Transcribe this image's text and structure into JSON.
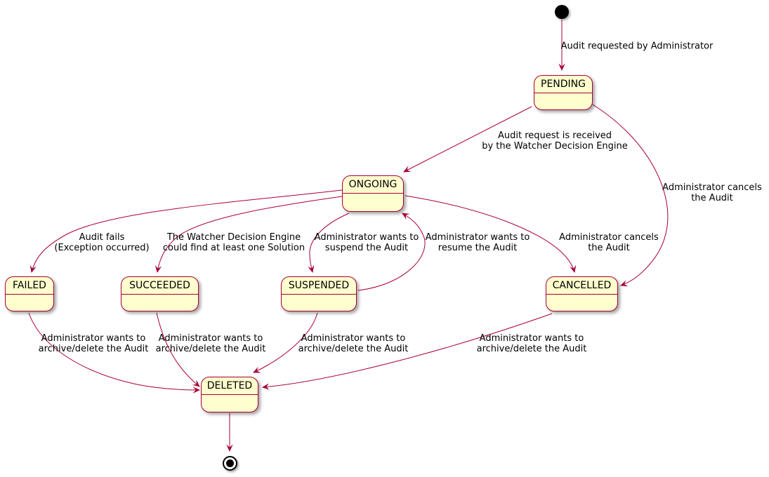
{
  "diagram": {
    "type": "state-machine",
    "colors": {
      "state_fill": "#fefece",
      "state_border": "#a80036",
      "edge": "#a80036",
      "text": "#000000"
    },
    "states": [
      {
        "id": "pending",
        "label": "PENDING"
      },
      {
        "id": "ongoing",
        "label": "ONGOING"
      },
      {
        "id": "failed",
        "label": "FAILED"
      },
      {
        "id": "succeeded",
        "label": "SUCCEEDED"
      },
      {
        "id": "suspended",
        "label": "SUSPENDED"
      },
      {
        "id": "cancelled",
        "label": "CANCELLED"
      },
      {
        "id": "deleted",
        "label": "DELETED"
      }
    ],
    "edges": [
      {
        "from": "initial",
        "to": "PENDING",
        "label": "Audit requested by Administrator"
      },
      {
        "from": "PENDING",
        "to": "ONGOING",
        "label": "Audit request is received\nby the Watcher Decision Engine"
      },
      {
        "from": "PENDING",
        "to": "CANCELLED",
        "label": "Administrator cancels\nthe Audit"
      },
      {
        "from": "ONGOING",
        "to": "FAILED",
        "label": "Audit fails\n(Exception occurred)"
      },
      {
        "from": "ONGOING",
        "to": "SUCCEEDED",
        "label": "The Watcher Decision Engine\ncould find at least one Solution"
      },
      {
        "from": "ONGOING",
        "to": "SUSPENDED",
        "label": "Administrator wants to\nsuspend the Audit"
      },
      {
        "from": "SUSPENDED",
        "to": "ONGOING",
        "label": "Administrator wants to\nresume the Audit"
      },
      {
        "from": "ONGOING",
        "to": "CANCELLED",
        "label": "Administrator cancels\nthe Audit"
      },
      {
        "from": "FAILED",
        "to": "DELETED",
        "label": "Administrator wants to\narchive/delete the Audit"
      },
      {
        "from": "SUCCEEDED",
        "to": "DELETED",
        "label": "Administrator wants to\narchive/delete the Audit"
      },
      {
        "from": "SUSPENDED",
        "to": "DELETED",
        "label": "Administrator wants to\narchive/delete the Audit"
      },
      {
        "from": "CANCELLED",
        "to": "DELETED",
        "label": "Administrator wants to\narchive/delete the Audit"
      },
      {
        "from": "DELETED",
        "to": "final",
        "label": ""
      }
    ]
  }
}
